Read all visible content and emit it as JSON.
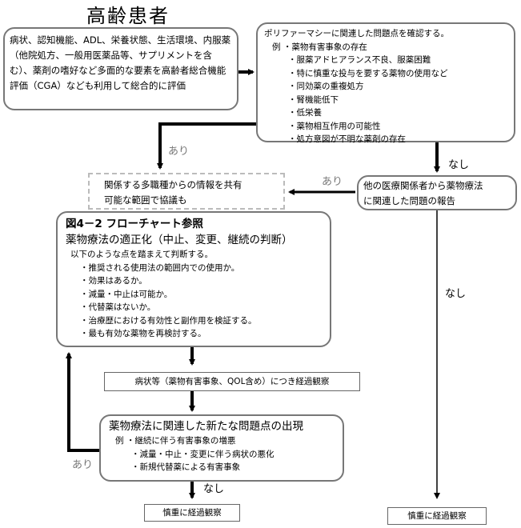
{
  "title": "高齢患者",
  "assessment_box": {
    "text": "病状、認知機能、ADL、栄養状態、生活環境、内服薬（他院処方、一般用医薬品等、サプリメントを含む）、薬剤の嗜好など多面的な要素を高齢者総合機能評価（CGA）なども利用して総合的に評価"
  },
  "polypharmacy_box": {
    "heading": "ポリファーマシーに関連した問題点を確認する。",
    "example_prefix": "例 ・薬物有害事象の存在",
    "items": [
      "・服薬アドヒアランス不良、服薬困難",
      "・特に慎重な投与を要する薬物の使用など",
      "・同効薬の重複処方",
      "・腎機能低下",
      "・低栄養",
      "・薬物相互作用の可能性",
      "・処方意図が不明な薬剤の存在"
    ]
  },
  "share_box": {
    "line1": "関係する多職種からの情報を共有",
    "line2": "可能な範囲で協議も"
  },
  "report_box": {
    "line1": "他の医療関係者から薬物療法",
    "line2": "に関連した問題の報告"
  },
  "optimize_box": {
    "figure_ref": "図4－2 フローチャート参照",
    "heading": "薬物療法の適正化（中止、変更、継続の判断）",
    "intro": "以下のような点を踏まえて判断する。",
    "items": [
      "・推奨される使用法の範囲内での使用か。",
      "・効果はあるか。",
      "・減量・中止は可能か。",
      "・代替薬はないか。",
      "・治療歴における有効性と副作用を検証する。",
      "・最も有効な薬物を再検討する。"
    ]
  },
  "observe_box": {
    "text": "病状等（薬物有害事象、QOL含め）につき経過観察"
  },
  "new_problem_box": {
    "heading": "薬物療法に関連した新たな問題点の出現",
    "example_prefix": "例 ・継続に伴う有害事象の増悪",
    "items": [
      "・減量・中止・変更に伴う病状の悪化",
      "・新規代替薬による有害事象"
    ]
  },
  "end_box_left": {
    "text": "慎重に経過観察"
  },
  "end_box_right": {
    "text": "慎重に経過観察"
  },
  "labels": {
    "ari_top": "あり",
    "nashi_top": "なし",
    "ari_report": "あり",
    "nashi_right": "なし",
    "ari_bottom": "あり",
    "nashi_bottom": "なし"
  },
  "colors": {
    "box_border": "#777777",
    "arrow": "#000000",
    "label_gray": "#777777",
    "dashed_border": "#bbbbbb"
  }
}
